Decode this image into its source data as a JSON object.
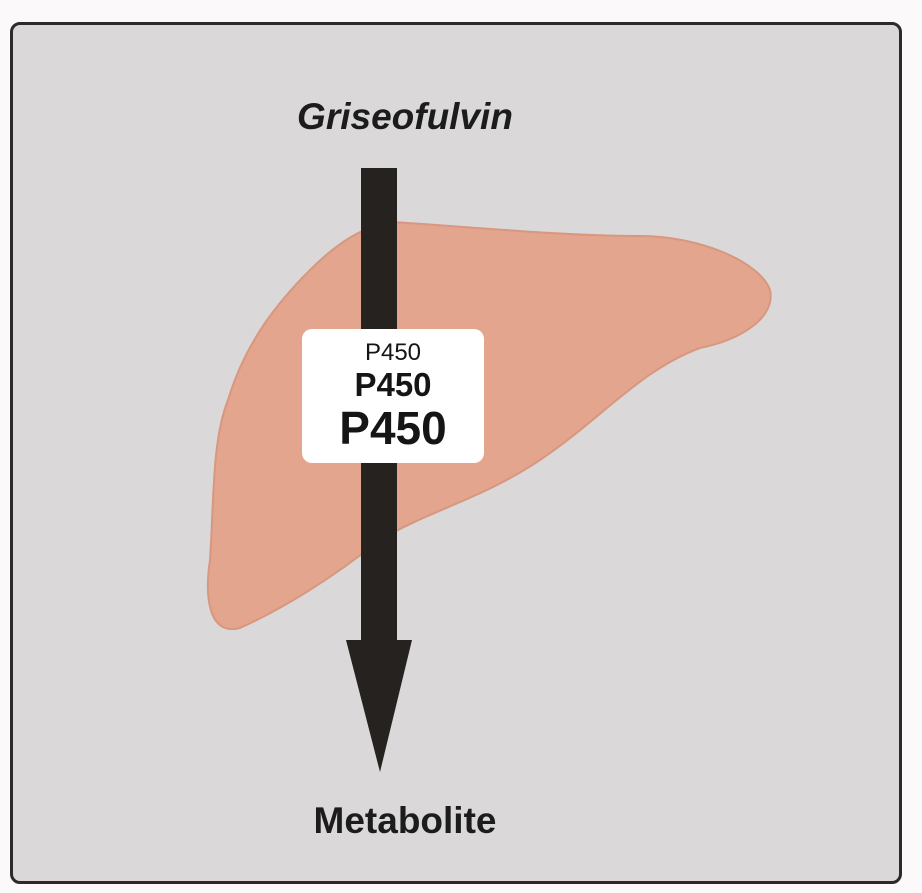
{
  "diagram": {
    "drug": "Griseofulvin",
    "enzyme_labels": [
      "P450",
      "P450",
      "P450"
    ],
    "product": "Metabolite"
  },
  "colors": {
    "background": "#dbd8d9",
    "liver": "#e3a58d",
    "arrow": "#262220",
    "enzyme_box": "#ffffff"
  },
  "icons": {
    "organ": "liver-icon",
    "flow": "down-arrow-icon"
  }
}
